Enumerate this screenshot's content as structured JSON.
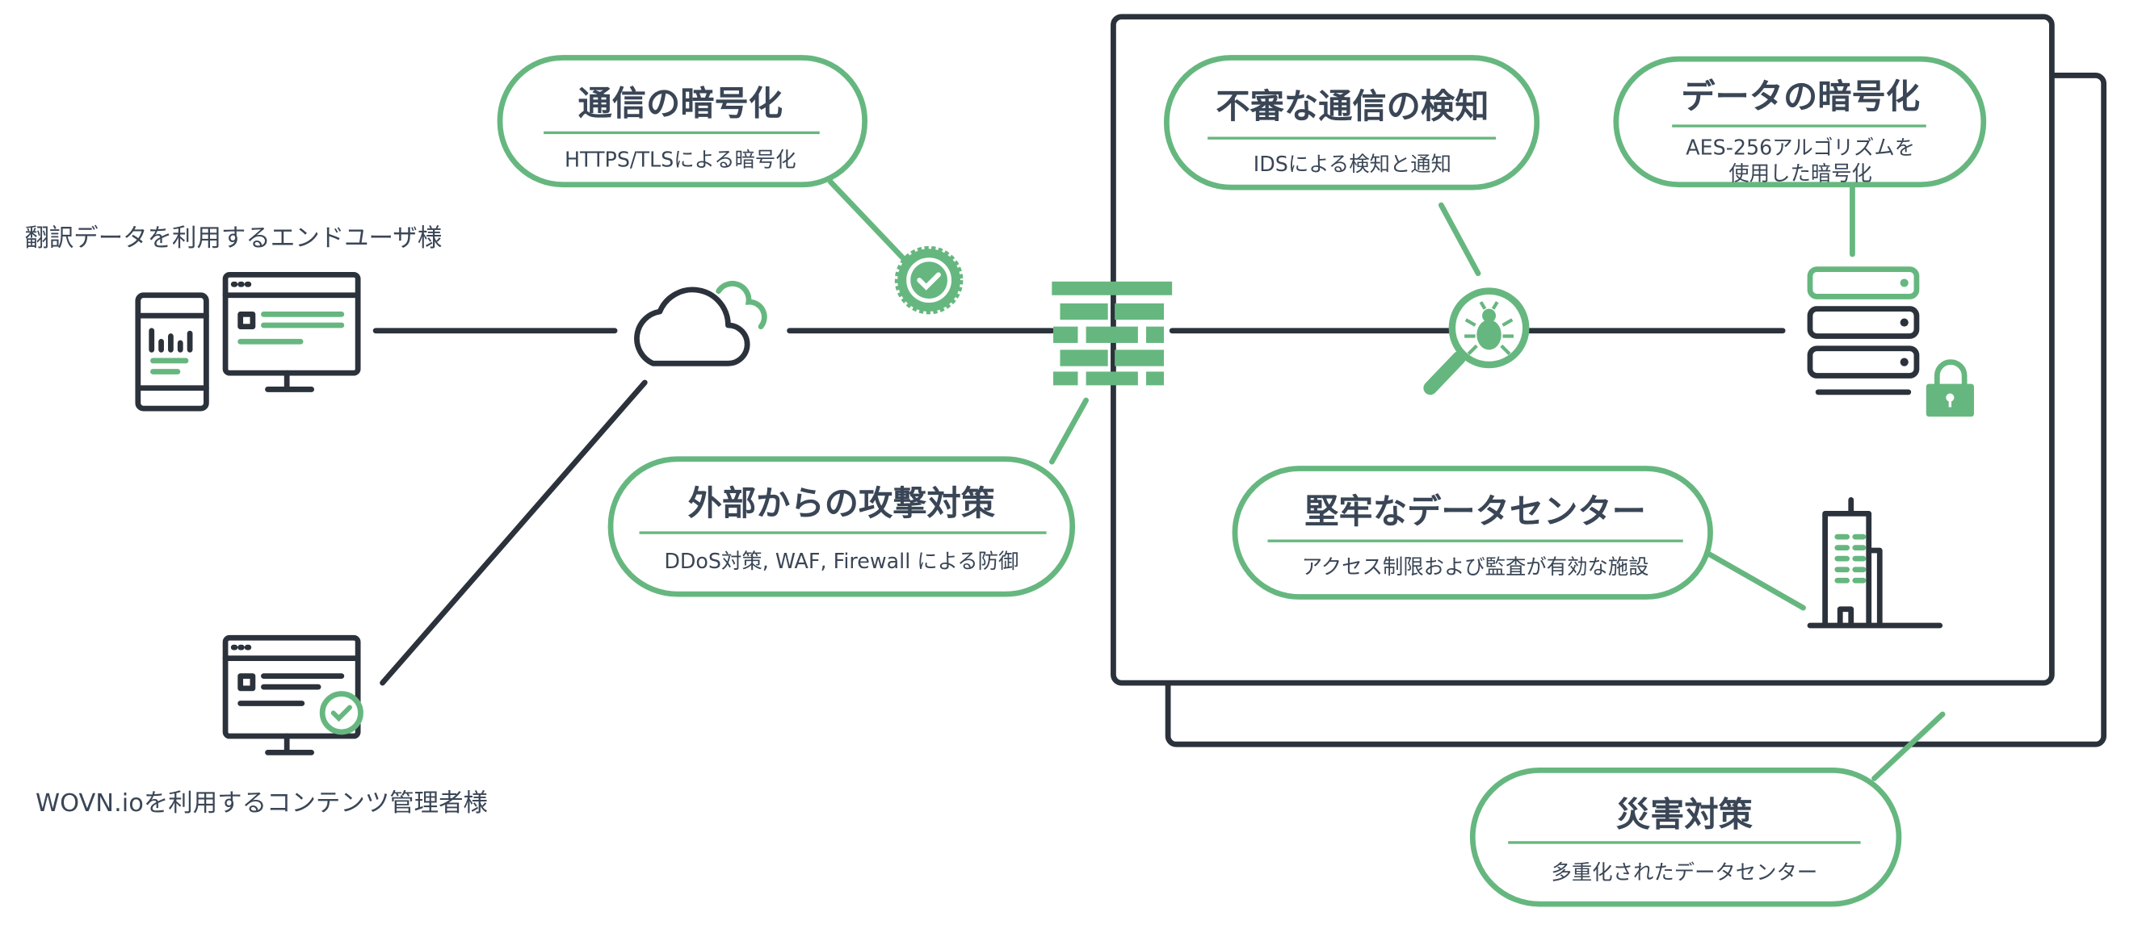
{
  "colors": {
    "accent": "#66b77f",
    "dark": "#2b323b",
    "text": "#3a4656"
  },
  "end_user_label": "翻訳データを利用するエンドユーザ様",
  "admin_label": "WOVN.ioを利用するコンテンツ管理者様",
  "callouts": {
    "transport": {
      "title": "通信の暗号化",
      "subtitle": "HTTPS/TLSによる暗号化"
    },
    "attack": {
      "title": "外部からの攻撃対策",
      "subtitle": "DDoS対策, WAF, Firewall による防御"
    },
    "ids": {
      "title": "不審な通信の検知",
      "subtitle": "IDSによる検知と通知"
    },
    "data_enc": {
      "title": "データの暗号化",
      "subtitle_line1": "AES-256アルゴリズムを",
      "subtitle_line2": "使用した暗号化"
    },
    "datacenter": {
      "title": "堅牢なデータセンター",
      "subtitle": "アクセス制限および監査が有効な施設"
    },
    "disaster": {
      "title": "災害対策",
      "subtitle": "多重化されたデータセンター"
    }
  },
  "icons": [
    "devices-icon",
    "cloud-icon",
    "certified-badge-icon",
    "firewall-icon",
    "bug-search-icon",
    "server-icon",
    "lock-icon",
    "building-icon",
    "monitor-check-icon"
  ]
}
